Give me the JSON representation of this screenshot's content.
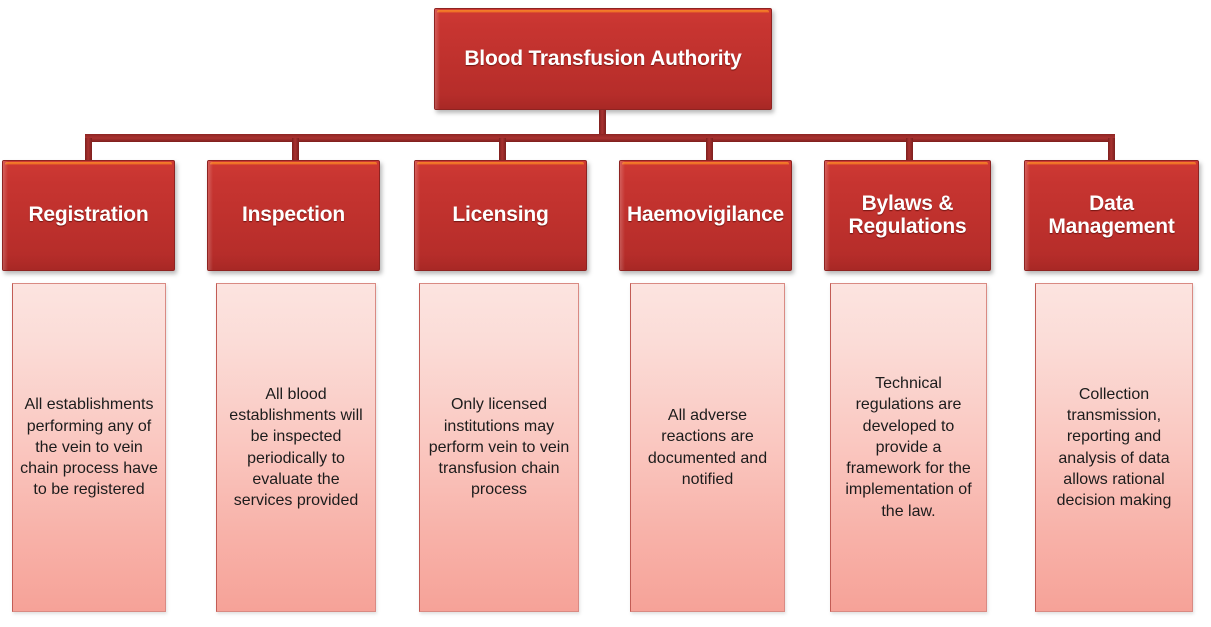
{
  "diagram": {
    "title": "Blood Transfusion Authority",
    "type": "organizational-hierarchy",
    "colors": {
      "node_red": "#bf312d",
      "node_red_dark": "#a82825",
      "node_highlight": "#ef6f26",
      "connector": "#9a2b29",
      "panel_pink_top": "#fce4e0",
      "panel_pink_bottom": "#f6a298",
      "panel_border": "#d98a83",
      "node_text": "#ffffff",
      "panel_text": "#1c1c1c",
      "background": "#ffffff"
    },
    "root": {
      "label": "Blood Transfusion Authority"
    },
    "branches": [
      {
        "header": "Registration",
        "body": "All establishments performing any of the vein to vein chain process have to be registered"
      },
      {
        "header": "Inspection",
        "body": "All blood establishments will be inspected periodically to evaluate the services provided"
      },
      {
        "header": "Licensing",
        "body": "Only licensed institutions may perform vein to vein transfusion chain process"
      },
      {
        "header": "Haemovigilance",
        "body": "All adverse reactions are documented and notified"
      },
      {
        "header": "Bylaws &\nRegulations",
        "body": "Technical regulations are developed to provide a framework for the implementation of the law."
      },
      {
        "header": "Data\nManagement",
        "body": "Collection transmission, reporting and analysis of data allows rational decision making"
      }
    ]
  }
}
